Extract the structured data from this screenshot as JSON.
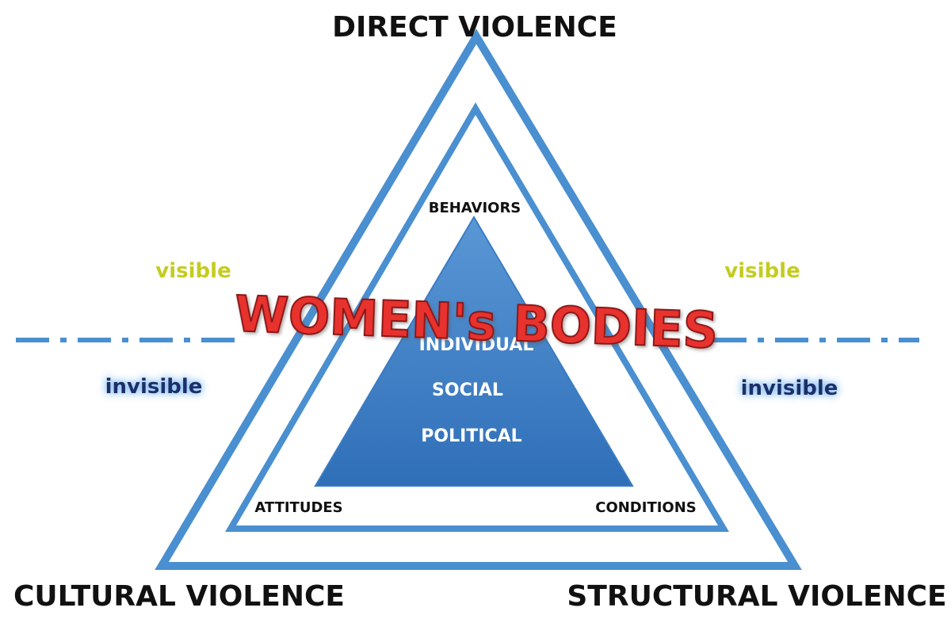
{
  "corners": {
    "top": "DIRECT VIOLENCE",
    "bottom_left": "CULTURAL VIOLENCE",
    "bottom_right": "STRUCTURAL VIOLENCE"
  },
  "inner_vertices": {
    "top": "BEHAVIORS",
    "bottom_left": "ATTITUDES",
    "bottom_right": "CONDITIONS"
  },
  "levels": [
    "INDIVIDUAL",
    "SOCIAL",
    "POLITICAL"
  ],
  "focus": "WOMEN's BODIES",
  "zones": {
    "left_visible": "visible",
    "right_visible": "visible",
    "left_invisible": "invisible",
    "right_invisible": "invisible"
  },
  "colors": {
    "triangle_blue": "#4a8fd0",
    "core_blue": "#3779c2",
    "focus_red": "#e8332f",
    "visible_yellow": "#c4cc20",
    "invisible_text": "#1f2f6a",
    "invisible_glow": "#7ab7ee"
  }
}
